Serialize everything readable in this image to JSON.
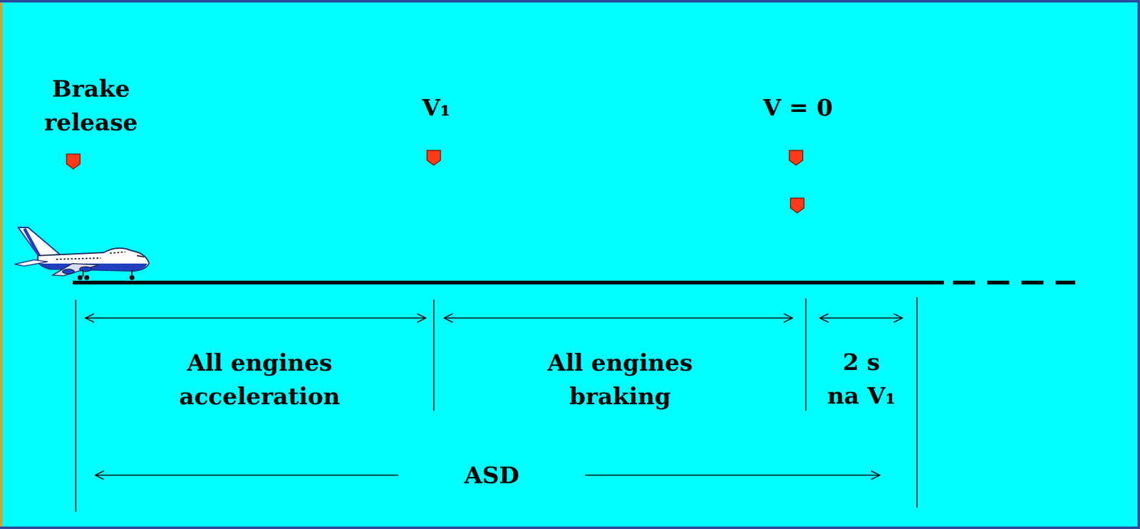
{
  "diagram": {
    "labels": [
      "Brake release",
      "V₁",
      "V = 0",
      "All engines acceleration",
      "All engines braking",
      "2 s na V₁",
      "ASD"
    ]
  }
}
